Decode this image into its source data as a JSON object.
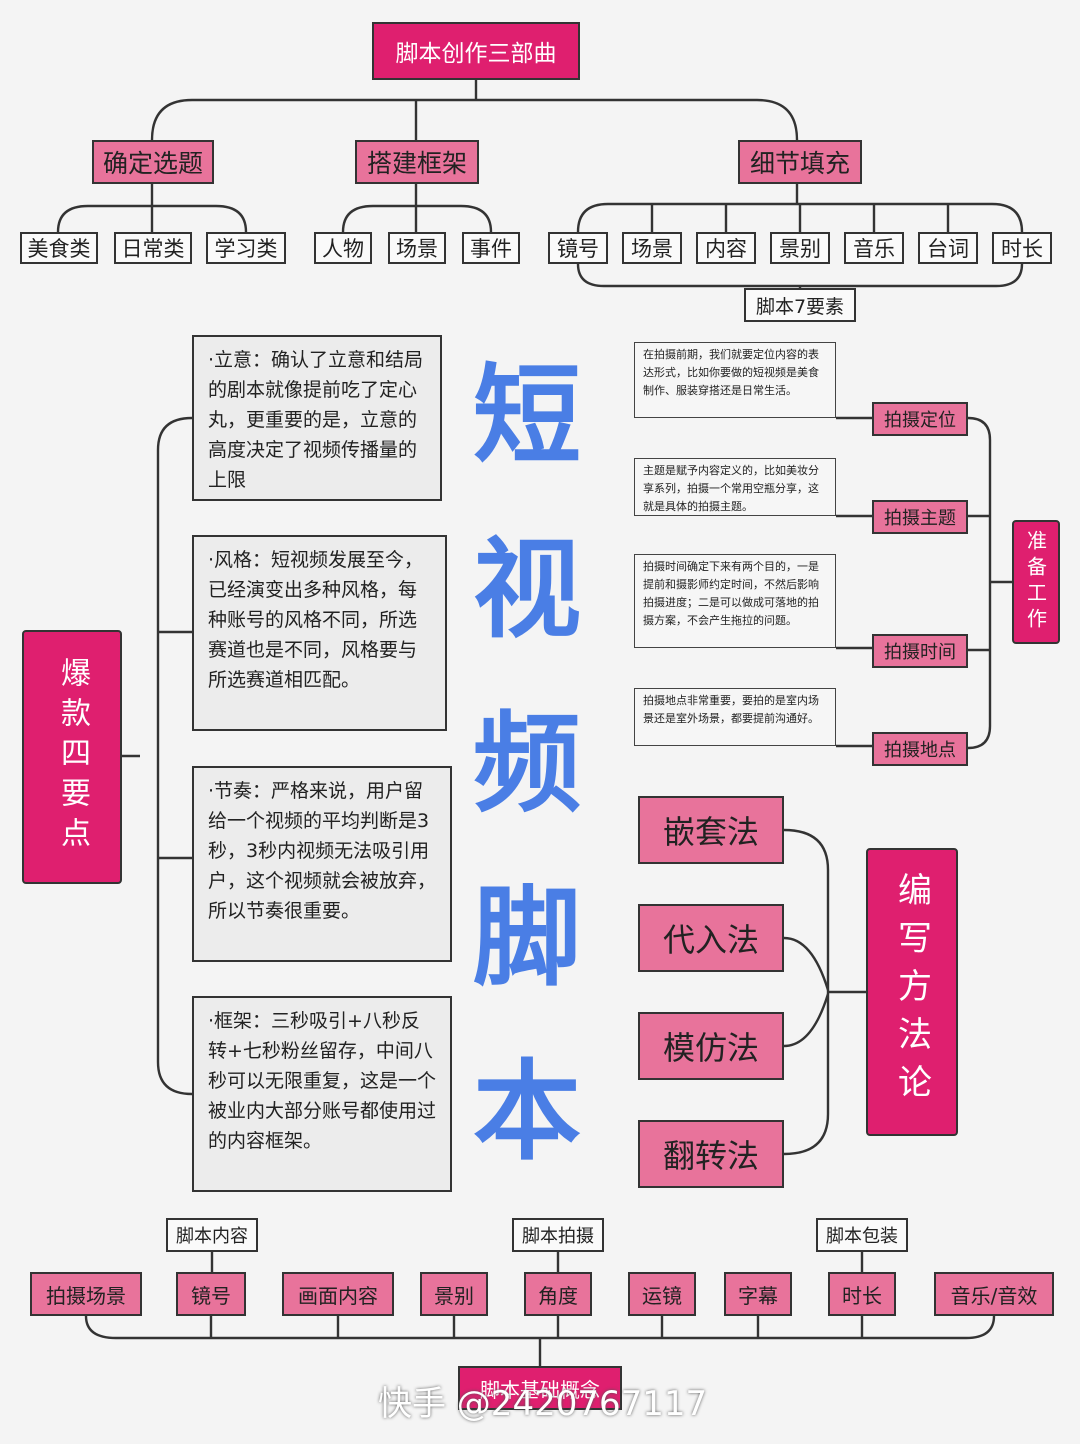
{
  "diagram": {
    "main_title": "短视频脚本",
    "top": {
      "title": "脚本创作三部曲",
      "branches": [
        {
          "label": "确定选题",
          "items": [
            "美食类",
            "日常类",
            "学习类"
          ]
        },
        {
          "label": "搭建框架",
          "items": [
            "人物",
            "场景",
            "事件"
          ]
        },
        {
          "label": "细节填充",
          "items": [
            "镜号",
            "场景",
            "内容",
            "景别",
            "音乐",
            "台词",
            "时长"
          ]
        }
      ],
      "elements_label": "脚本7要素"
    },
    "left": {
      "title": "爆款四要点",
      "notes": [
        "·立意：确认了立意和结局的剧本就像提前吃了定心丸，更重要的是，立意的高度决定了视频传播量的上限",
        "·风格：短视频发展至今，已经演变出多种风格，每种账号的风格不同，所选赛道也是不同，风格要与所选赛道相匹配。",
        "·节奏：严格来说，用户留给一个视频的平均判断是3秒，3秒内视频无法吸引用户，这个视频就会被放弃，所以节奏很重要。",
        "·框架：三秒吸引+八秒反转+七秒粉丝留存，中间八秒可以无限重复，这是一个被业内大部分账号都使用过的内容框架。"
      ]
    },
    "prep": {
      "title": "准备工作",
      "items": [
        {
          "label": "拍摄定位",
          "desc": "在拍摄前期，我们就要定位内容的表达形式，比如你要做的短视频是美食制作、服装穿搭还是日常生活。"
        },
        {
          "label": "拍摄主题",
          "desc": "主题是赋予内容定义的，比如美妆分享系列，拍摄一个常用空瓶分享，这就是具体的拍摄主题。"
        },
        {
          "label": "拍摄时间",
          "desc": "拍摄时间确定下来有两个目的，一是提前和摄影师约定时间，不然后影响拍摄进度；二是可以做成可落地的拍摄方案，不会产生拖拉的问题。"
        },
        {
          "label": "拍摄地点",
          "desc": "拍摄地点非常重要，要拍的是室内场景还是室外场景，都要提前沟通好。"
        }
      ]
    },
    "methods": {
      "title": "编写方法论",
      "items": [
        "嵌套法",
        "代入法",
        "模仿法",
        "翻转法"
      ]
    },
    "bottom": {
      "groups": [
        "脚本内容",
        "脚本拍摄",
        "脚本包装"
      ],
      "items": [
        "拍摄场景",
        "镜号",
        "画面内容",
        "景别",
        "角度",
        "运镜",
        "字幕",
        "时长",
        "音乐/音效"
      ],
      "root": "脚本基础概念"
    },
    "watermark": "快手 @2420767117"
  },
  "colors": {
    "accent_pink": "#e8739b",
    "title_magenta": "#df1f6f",
    "title_blue": "#4a7ee5"
  }
}
